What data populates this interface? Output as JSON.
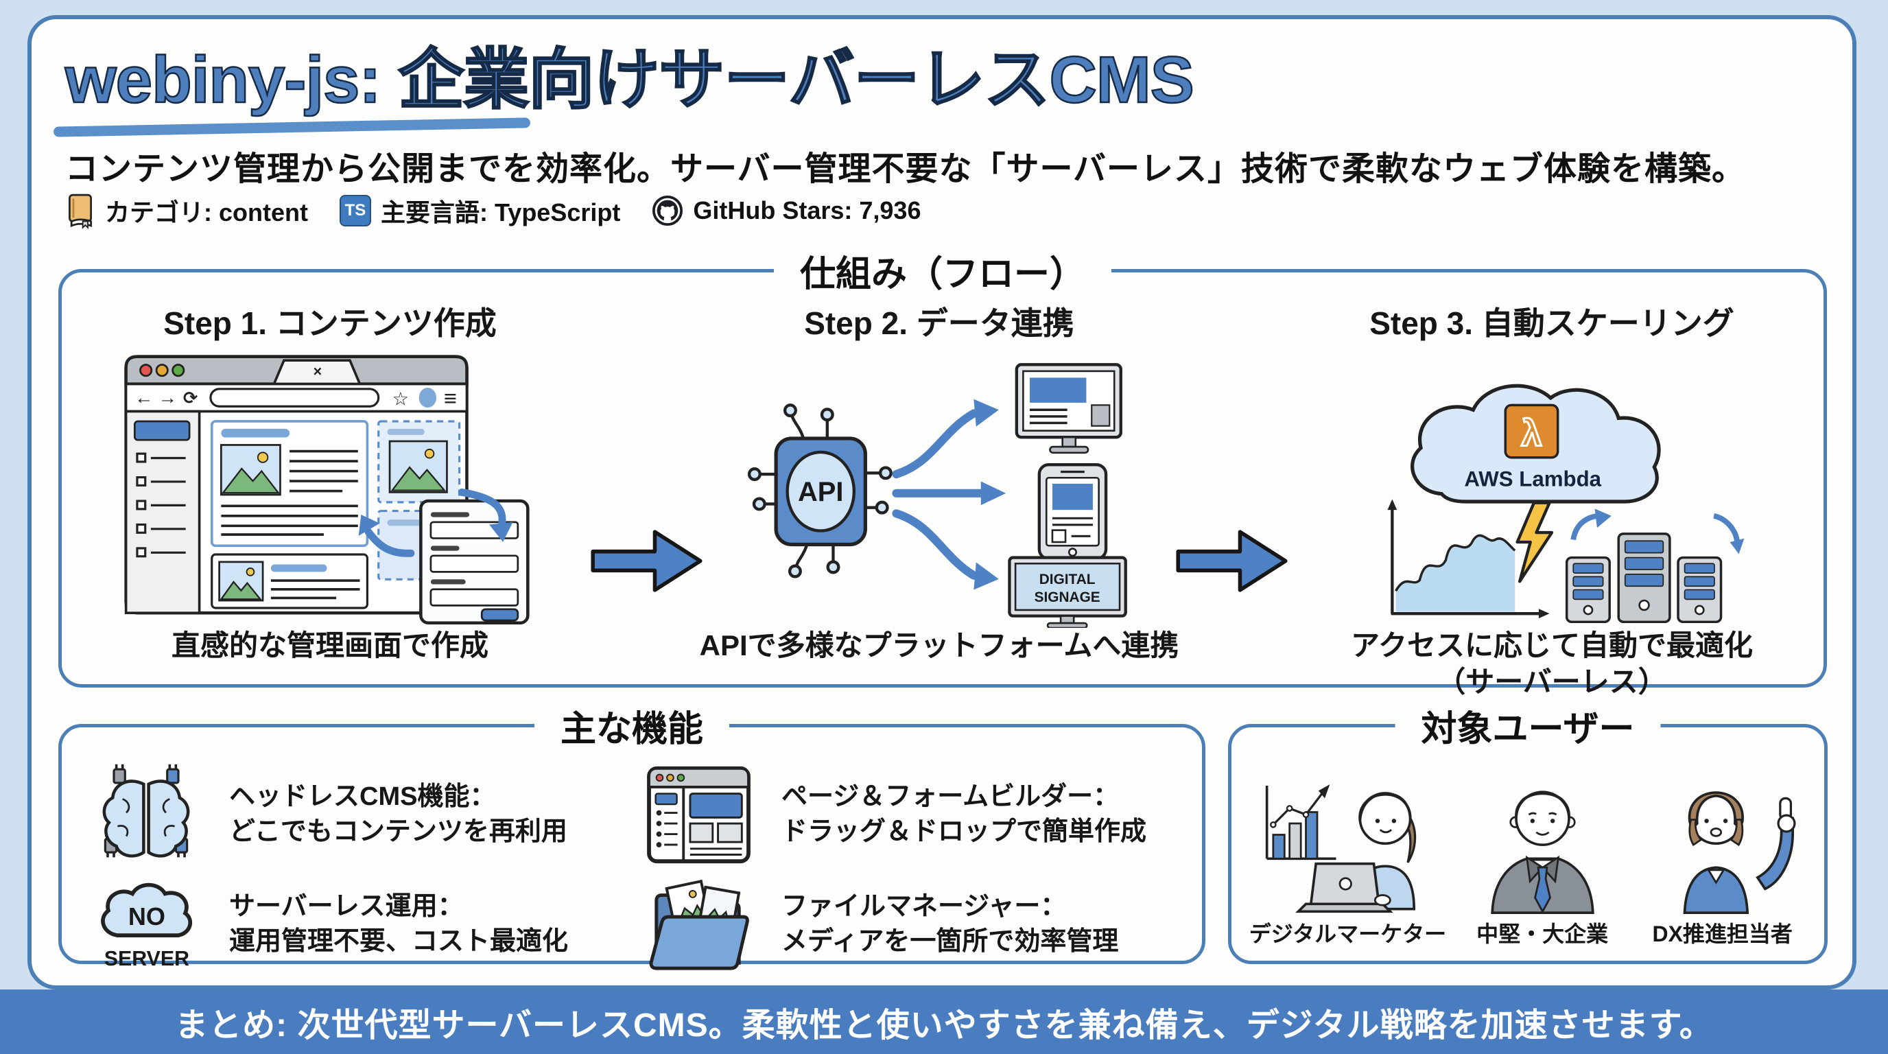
{
  "page": {
    "title_en": "webiny-js:",
    "title_ja": "企業向けサーバーレスCMS",
    "subtitle": "コンテンツ管理から公開までを効率化。サーバー管理不要な「サーバーレス」技術で柔軟なウェブ体験を構築。",
    "meta": {
      "category": "カテゴリ: content",
      "language_badge": "TS",
      "language": "主要言語: TypeScript",
      "stars": "GitHub Stars: 7,936"
    }
  },
  "flow": {
    "heading": "仕組み（フロー）",
    "steps": [
      {
        "title": "Step 1. コンテンツ作成",
        "caption": "直感的な管理画面で作成",
        "browser": {
          "back": "←",
          "forward": "→",
          "reload": "⟳",
          "star": "☆",
          "menu": "≡",
          "tab_close": "×"
        }
      },
      {
        "title": "Step 2. データ連携",
        "caption": "APIで多様なプラットフォームへ連携",
        "chip_label": "API",
        "signage_line1": "DIGITAL",
        "signage_line2": "SIGNAGE"
      },
      {
        "title": "Step 3. 自動スケーリング",
        "caption_line1": "アクセスに応じて自動で最適化",
        "caption_line2": "（サーバーレス）",
        "cloud_label": "AWS Lambda",
        "lambda_symbol": "λ"
      }
    ]
  },
  "features": {
    "heading": "主な機能",
    "items": [
      {
        "title": "ヘッドレスCMS機能：",
        "desc": "どこでもコンテンツを再利用"
      },
      {
        "title": "ページ＆フォームビルダー：",
        "desc": "ドラッグ＆ドロップで簡単作成"
      },
      {
        "title": "サーバーレス運用：",
        "desc": "運用管理不要、コスト最適化",
        "no_label": "NO",
        "server_label": "SERVER"
      },
      {
        "title": "ファイルマネージャー：",
        "desc": "メディアを一箇所で効率管理"
      }
    ]
  },
  "audience": {
    "heading": "対象ユーザー",
    "personas": [
      {
        "label": "デジタルマーケター"
      },
      {
        "label": "中堅・大企業"
      },
      {
        "label": "DX推進担当者"
      }
    ]
  },
  "summary": {
    "text": "まとめ: 次世代型サーバーレスCMS。柔軟性と使いやすさを兼ね備え、デジタル戦略を加速させます。"
  },
  "colors": {
    "accent": "#4f82c4",
    "card_border": "#4d7fb7",
    "bar": "#4a7cc0",
    "light_blue": "#cfe4f6",
    "lambda_orange": "#de8a2f",
    "bolt_yellow": "#f6c445"
  }
}
